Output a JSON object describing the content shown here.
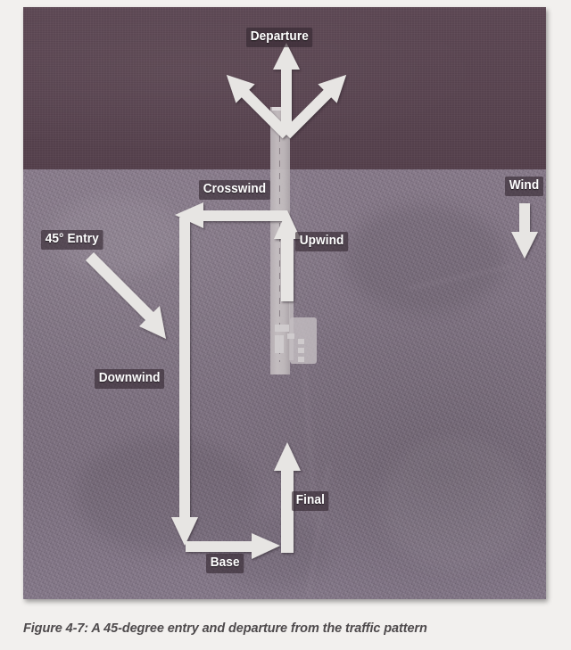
{
  "figure": {
    "caption": "Figure 4-7: A 45-degree entry and departure from the traffic pattern",
    "colors": {
      "sky_band": "#594450",
      "terrain": "#7d7080",
      "arrow_white": "#e8e6e4",
      "label_text": "#ffffff",
      "label_background": "#342630",
      "caption_text": "#4e4a4c",
      "runway": "#c2bcbe",
      "page_background": "#f2f0ee"
    }
  },
  "labels": {
    "departure": "Departure",
    "crosswind": "Crosswind",
    "upwind": "Upwind",
    "wind": "Wind",
    "entry": "45° Entry",
    "downwind": "Downwind",
    "final": "Final",
    "base": "Base"
  },
  "diagram": {
    "title": "Traffic pattern with 45-degree entry and departure",
    "legs": [
      {
        "name": "upwind",
        "label": "Upwind",
        "direction": "up",
        "description": "Departure leg aligned with runway heading, pointing north"
      },
      {
        "name": "crosswind",
        "label": "Crosswind",
        "direction": "left",
        "description": "Turn from upwind heading west across the runway"
      },
      {
        "name": "downwind",
        "label": "Downwind",
        "direction": "down",
        "description": "Leg parallel to runway flown opposite of landing direction"
      },
      {
        "name": "base",
        "label": "Base",
        "direction": "right",
        "description": "Turn from downwind heading east toward final"
      },
      {
        "name": "final",
        "label": "Final",
        "direction": "up",
        "description": "Final approach aligned with runway centerline"
      },
      {
        "name": "entry",
        "label": "45° Entry",
        "direction": "down-right",
        "description": "45-degree entry to the downwind leg from the northwest"
      },
      {
        "name": "wind",
        "label": "Wind",
        "direction": "down",
        "description": "Prevailing wind direction indicator, from north to south"
      }
    ],
    "departure_arrows": [
      {
        "name": "departure-left",
        "direction": "up-left",
        "angle_degrees": 135
      },
      {
        "name": "departure-center",
        "direction": "up",
        "angle_degrees": 90
      },
      {
        "name": "departure-right",
        "direction": "up-right",
        "angle_degrees": 45
      }
    ],
    "airport": {
      "runway_orientation": "north-south",
      "features": [
        "runway",
        "runway-centerline",
        "taxiway",
        "apron",
        "hangars"
      ]
    }
  }
}
